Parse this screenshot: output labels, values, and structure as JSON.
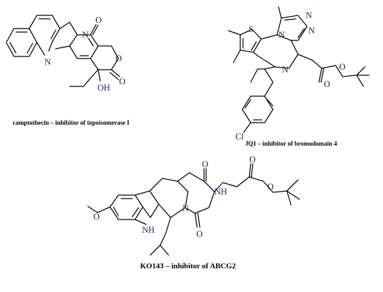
{
  "figure": {
    "background": "#ffffff",
    "heteroatom_color": "#1f1f8a",
    "structures": [
      {
        "id": "camptothecin",
        "caption": "camptothecin – inhibitor of topoisomerase I",
        "atoms": {
          "n_quinoline": "N",
          "n_ring": "N",
          "o_carbonyl": "O",
          "o_ring": "O",
          "o_lactone": "O",
          "oh": "OH"
        }
      },
      {
        "id": "jq1",
        "caption": "JQ1 – inhibitor of bromodomain 4",
        "atoms": {
          "s": "S",
          "n1": "N",
          "n2": "N",
          "n3": "N",
          "n4": "N",
          "o_carbonyl": "O",
          "o_ester": "O",
          "cl": "Cl"
        }
      },
      {
        "id": "ko143",
        "caption": "KO143 – inhibitor of ABCG2",
        "atoms": {
          "o_methoxy": "O",
          "nh_indole": "NH",
          "n_ring": "N",
          "nh_amide": "NH",
          "o_top": "O",
          "o_bottom": "O",
          "o_carbonyl": "O",
          "o_ester": "O"
        }
      }
    ]
  }
}
